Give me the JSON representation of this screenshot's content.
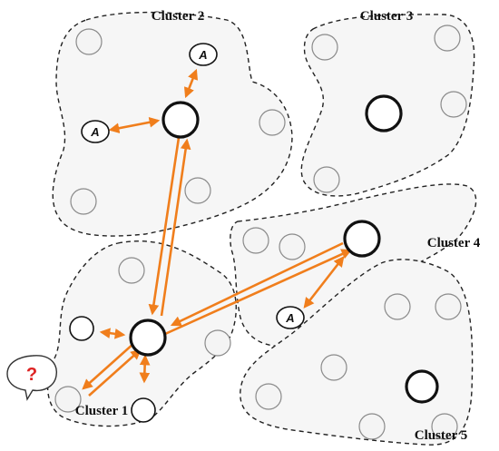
{
  "clusters": [
    {
      "label": "Cluster 1"
    },
    {
      "label": "Cluster 2"
    },
    {
      "label": "Cluster 3"
    },
    {
      "label": "Cluster 4"
    },
    {
      "label": "Cluster 5"
    }
  ],
  "agent_label": "A",
  "question_mark": "?",
  "colors": {
    "arrow": "#f07e1c",
    "question": "#dd2222",
    "cluster_fill": "#f6f6f6",
    "node_gray": "#8a8a8a"
  }
}
